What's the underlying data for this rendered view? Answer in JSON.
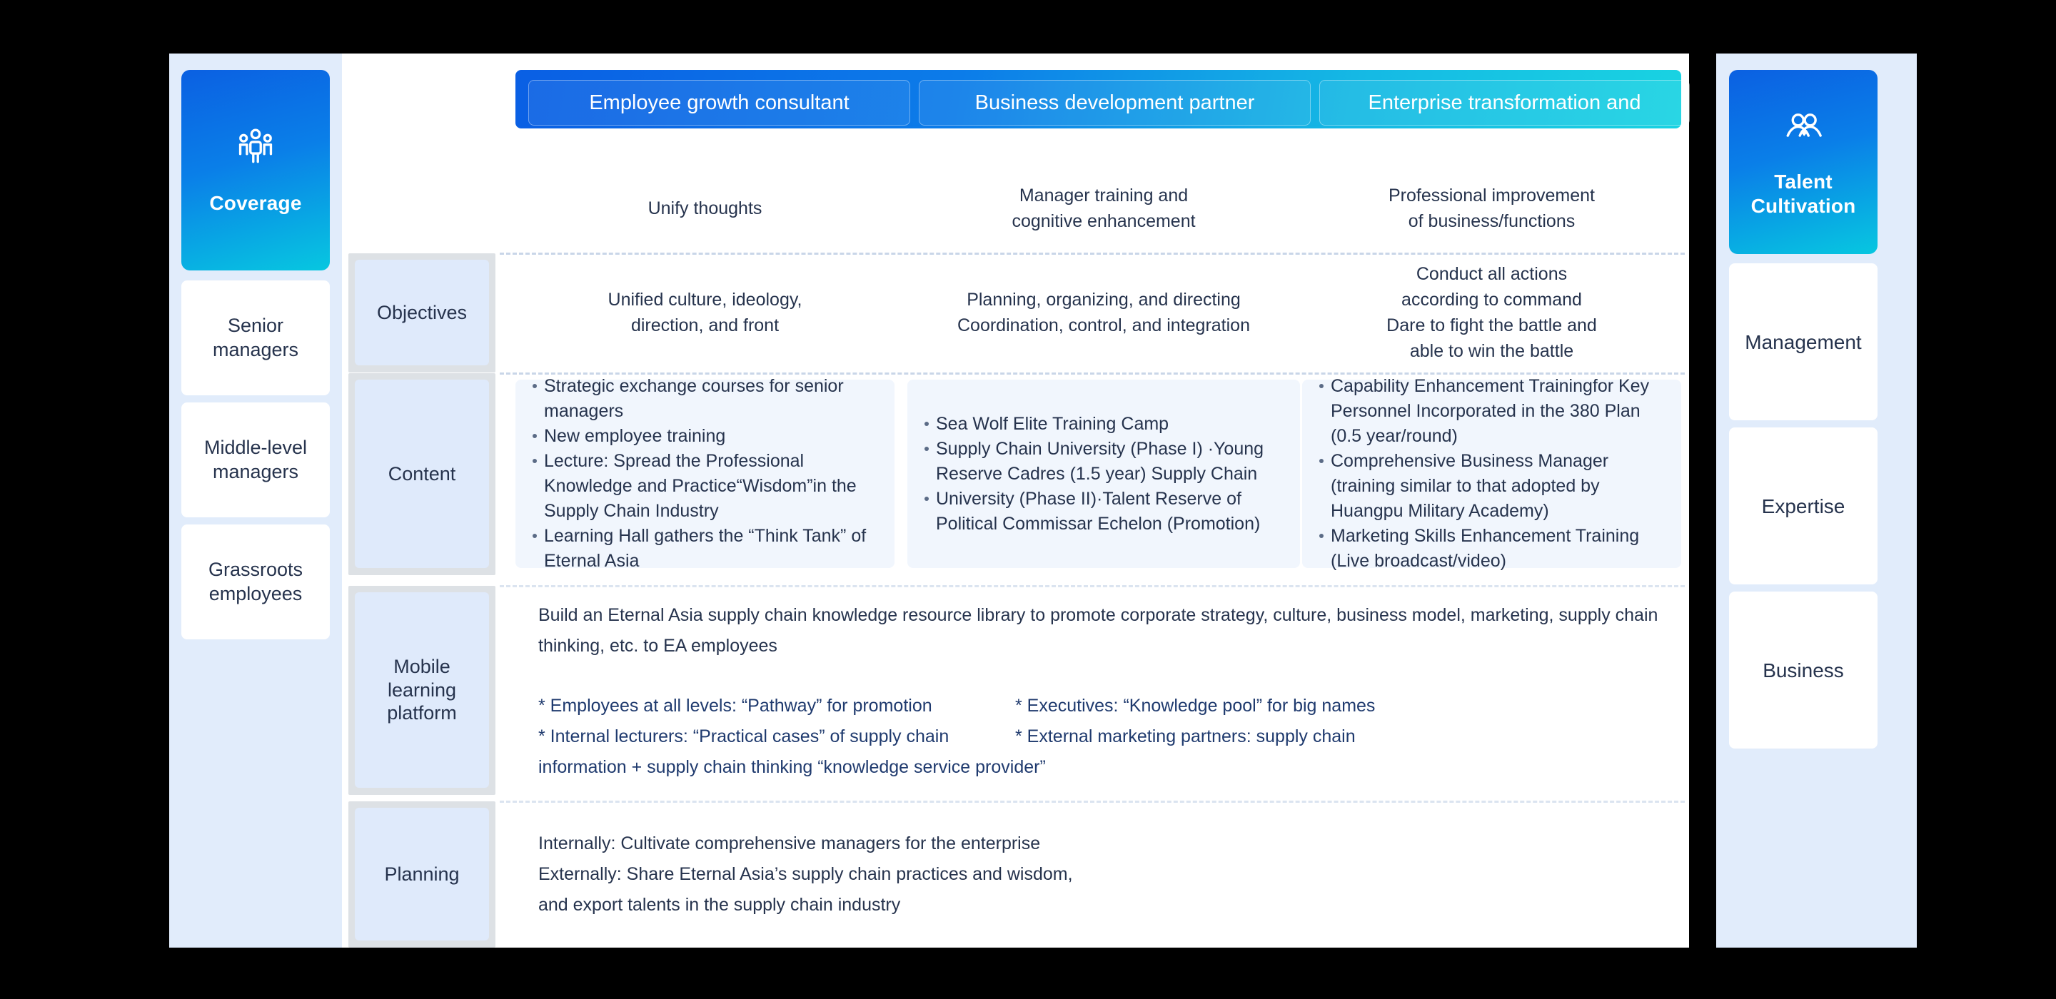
{
  "left_sidebar": {
    "hero": {
      "label": "Coverage",
      "icon": "people-group-icon"
    },
    "items": [
      {
        "label": "Senior\nmanagers"
      },
      {
        "label": "Middle-level\nmanagers"
      },
      {
        "label": "Grassroots\nemployees"
      }
    ]
  },
  "right_sidebar": {
    "hero": {
      "label": "Talent\nCultivation",
      "icon": "two-people-icon"
    },
    "items": [
      {
        "label": "Management"
      },
      {
        "label": "Expertise"
      },
      {
        "label": "Business"
      }
    ]
  },
  "row_labels": [
    {
      "label": "Objectives"
    },
    {
      "label": "Content"
    },
    {
      "label": "Mobile\nlearning\nplatform"
    },
    {
      "label": "Planning"
    }
  ],
  "header_tabs": [
    {
      "label": "Employee growth consultant"
    },
    {
      "label": "Business development partner"
    },
    {
      "label": "Enterprise transformation and"
    }
  ],
  "subtitles": [
    {
      "label": "Unify thoughts"
    },
    {
      "label": "Manager training and\ncognitive enhancement"
    },
    {
      "label": "Professional improvement\nof business/functions"
    }
  ],
  "objectives": [
    {
      "text": "Unified culture, ideology,\ndirection, and front"
    },
    {
      "text": "Planning, organizing, and directing\nCoordination, control, and integration"
    },
    {
      "text": "Conduct all actions\naccording to command\nDare to fight the battle and\nable to win the battle"
    }
  ],
  "content": {
    "col1": [
      "Strategic exchange courses for senior managers",
      "New employee training",
      "Lecture: Spread the Professional Knowledge and Practice“Wisdom”in the Supply Chain Industry",
      "Learning Hall gathers the “Think Tank” of Eternal Asia"
    ],
    "col2": [
      "Sea Wolf Elite Training Camp",
      "Supply Chain University (Phase I) ·Young Reserve Cadres (1.5 year) Supply Chain",
      "University (Phase II)·Talent Reserve of Political Commissar Echelon (Promotion)"
    ],
    "col3": [
      "Capability Enhancement Trainingfor Key Personnel Incorporated in the 380 Plan (0.5 year/round)",
      "Comprehensive Business Manager (training similar to that adopted by Huangpu Military Academy)",
      "Marketing Skills Enhancement Training (Live broadcast/video)"
    ]
  },
  "mobile_platform": {
    "intro": "Build an Eternal Asia supply chain knowledge resource library to promote corporate strategy, culture, business model, marketing, supply chain thinking, etc. to EA employees",
    "left_lines": [
      "* Employees at all levels: “Pathway” for promotion",
      "* Internal lecturers: “Practical cases” of supply chain"
    ],
    "right_lines": [
      "* Executives: “Knowledge pool” for big names",
      "* External marketing partners: supply chain"
    ],
    "tail": "information + supply chain thinking “knowledge service provider”"
  },
  "planning": {
    "lines": [
      "Internally: Cultivate comprehensive managers for the enterprise",
      "Externally: Share Eternal Asia’s supply chain practices and wisdom,",
      "and export talents in the supply chain industry"
    ]
  }
}
